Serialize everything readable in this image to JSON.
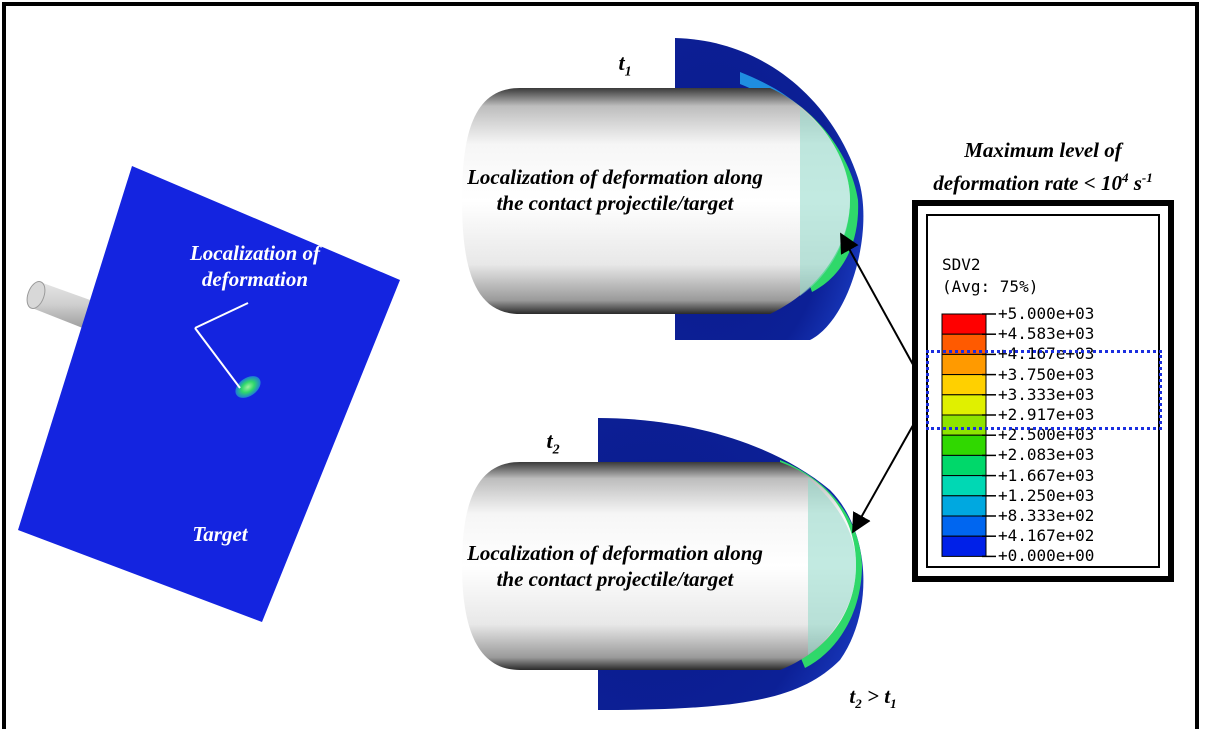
{
  "left_panel": {
    "callout": "Localization of deformation",
    "target_label": "Target"
  },
  "top_panel": {
    "time_label": "t",
    "time_sub": "1",
    "caption_line1": "Localization of deformation along",
    "caption_line2": "the contact projectile/target"
  },
  "bottom_panel": {
    "time_label": "t",
    "time_sub": "2",
    "caption_line1": "Localization of deformation along",
    "caption_line2": "the contact projectile/target",
    "compare_t2": "t",
    "compare_t2_sub": "2",
    "compare_op": " > ",
    "compare_t1": "t",
    "compare_t1_sub": "1"
  },
  "note": {
    "line1": "Maximum level of",
    "line2_prefix": "deformation rate < 10",
    "line2_exp1": "4",
    "line2_mid": " s",
    "line2_exp2": "-1"
  },
  "legend": {
    "variable": "SDV2",
    "averaging": "(Avg: 75%)",
    "values": [
      "+5.000e+03",
      "+4.583e+03",
      "+4.167e+03",
      "+3.750e+03",
      "+3.333e+03",
      "+2.917e+03",
      "+2.500e+03",
      "+2.083e+03",
      "+1.667e+03",
      "+1.250e+03",
      "+8.333e+02",
      "+4.167e+02",
      "+0.000e+00"
    ],
    "colors": [
      "#ff0000",
      "#ff5a00",
      "#ff9a00",
      "#ffd000",
      "#e0f000",
      "#8ee400",
      "#30d800",
      "#00d86a",
      "#00d8b4",
      "#00a8e0",
      "#0066f0",
      "#0020e8"
    ],
    "highlight_color": "#1a2ee0"
  },
  "colors": {
    "plate": "#1424e0",
    "target_dark": "#08188a",
    "contact_green": "#2fd86a",
    "arrow": "#000000"
  }
}
